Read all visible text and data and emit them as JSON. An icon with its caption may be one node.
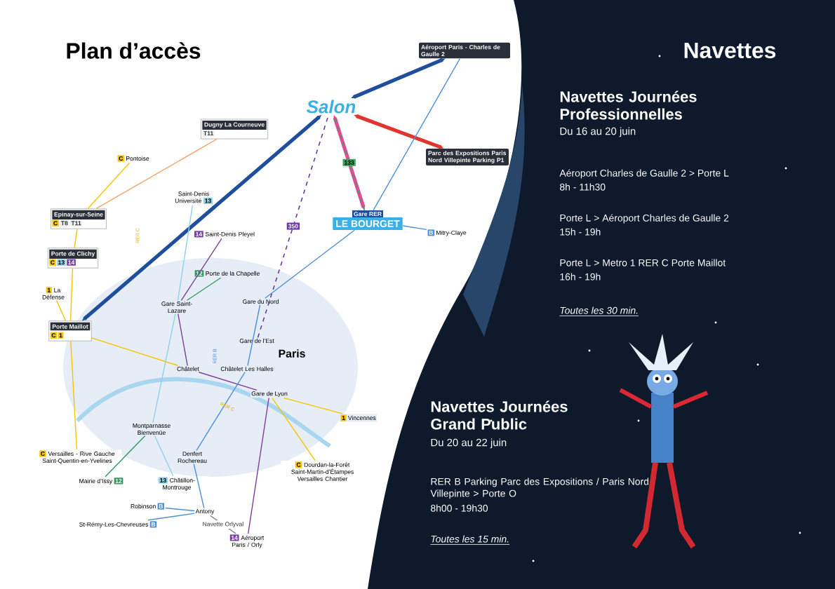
{
  "diagram": {
    "title": "Plan d’accès",
    "nodes": [
      {
        "text": [
          "Salon"
        ]
      },
      {
        "text": [
          "Aéroport Paris - Charles de Gaulle 2"
        ]
      },
      {
        "text": [
          "Parc des Expositions Paris Nord Villepinte Parking P1"
        ]
      },
      {
        "text": [
          "Gare RER",
          "LE BOURGET"
        ]
      },
      {
        "text": [
          "B",
          "Mitry-Claye"
        ]
      },
      {
        "text": [
          "Dugny La Courneuve",
          "T11"
        ]
      },
      {
        "text": [
          "Epinay-sur-Seine",
          "C",
          "T8",
          "T11"
        ]
      },
      {
        "text": [
          "Porte de Clichy",
          "C",
          "13",
          "14"
        ]
      },
      {
        "text": [
          "Porte Maillot",
          "C",
          "1"
        ]
      },
      {
        "text": [
          "C",
          "Pontoise"
        ]
      },
      {
        "text": [
          "Saint-Denis Université",
          "13"
        ]
      },
      {
        "text": [
          "14",
          "Saint-Denis Pleyel"
        ]
      },
      {
        "text": [
          "12",
          "Porte de la Chapelle"
        ]
      },
      {
        "text": [
          "Gare du Nord"
        ]
      },
      {
        "text": [
          "Gare de l’Est"
        ]
      },
      {
        "text": [
          "Gare Saint-Lazare"
        ]
      },
      {
        "text": [
          "1",
          "La Défense"
        ]
      },
      {
        "text": [
          "Châtelet"
        ]
      },
      {
        "text": [
          "Châtelet Les Halles"
        ]
      },
      {
        "text": [
          "Gare de Lyon"
        ]
      },
      {
        "text": [
          "1",
          "Vincennes"
        ]
      },
      {
        "text": [
          "Montparnasse Bienvenüe"
        ]
      },
      {
        "text": [
          "Denfert Rochereau"
        ]
      },
      {
        "text": [
          "C",
          "Versailles - Rive Gauche Saint-Quentin-en-Yvelines"
        ]
      },
      {
        "text": [
          "Mairie d’Issy",
          "12"
        ]
      },
      {
        "text": [
          "13",
          "Châtillon-Montrouge"
        ]
      },
      {
        "text": [
          "C",
          "Dourdan-la-Forêt Saint-Martin-d’Étampes Versailles Chantier"
        ]
      },
      {
        "text": [
          "Robinson",
          "B"
        ]
      },
      {
        "text": [
          "St-Rémy-Les-Chevreuses",
          "B"
        ]
      },
      {
        "text": [
          "Antony"
        ]
      },
      {
        "text": [
          "14",
          "Aéroport Paris / Orly"
        ]
      }
    ],
    "edges": [
      {
        "from": 8,
        "to": 0,
        "arrow": "both",
        "style": "thick",
        "color": "#1f4e9c"
      },
      {
        "from": 0,
        "to": 1,
        "arrow": "both",
        "style": "thick",
        "color": "#1f4e9c"
      },
      {
        "from": 0,
        "to": 2,
        "arrow": "both",
        "style": "thick",
        "color": "#e3342f"
      },
      {
        "from": 0,
        "to": 3,
        "arrow": "both",
        "style": "thick",
        "color": "#e24a9b"
      },
      {
        "from": 3,
        "to": 0,
        "arrow": "none",
        "style": "dashed",
        "color": "#3aa35c",
        "label": "133"
      },
      {
        "from": 14,
        "to": 0,
        "arrow": "none",
        "style": "dashed",
        "color": "#6b3aa0",
        "label": "350"
      },
      {
        "from": 6,
        "to": 5,
        "arrow": "none",
        "color": "#f4a46a"
      },
      {
        "from": 9,
        "to": 6,
        "arrow": "none",
        "color": "#f5c400"
      },
      {
        "from": 6,
        "to": 7,
        "arrow": "none",
        "color": "#f5c400"
      },
      {
        "from": 7,
        "to": 8,
        "arrow": "none",
        "color": "#f5c400"
      },
      {
        "from": 8,
        "to": 23,
        "arrow": "none",
        "color": "#f5c400"
      },
      {
        "from": 19,
        "to": 26,
        "arrow": "none",
        "color": "#f5c400"
      },
      {
        "from": 16,
        "to": 8,
        "arrow": "none",
        "color": "#f5c400"
      },
      {
        "from": 8,
        "to": 17,
        "arrow": "none",
        "color": "#f5c400"
      },
      {
        "from": 19,
        "to": 20,
        "arrow": "none",
        "color": "#f5c400"
      },
      {
        "from": 11,
        "to": 15,
        "arrow": "none",
        "color": "#7b3fa0"
      },
      {
        "from": 15,
        "to": 17,
        "arrow": "none",
        "color": "#7b3fa0"
      },
      {
        "from": 17,
        "to": 19,
        "arrow": "none",
        "color": "#7b3fa0"
      },
      {
        "from": 19,
        "to": 30,
        "arrow": "none",
        "color": "#7b3fa0"
      },
      {
        "from": 10,
        "to": 15,
        "arrow": "none",
        "color": "#8fd1e8"
      },
      {
        "from": 15,
        "to": 21,
        "arrow": "none",
        "color": "#8fd1e8"
      },
      {
        "from": 21,
        "to": 25,
        "arrow": "none",
        "color": "#8fd1e8"
      },
      {
        "from": 12,
        "to": 15,
        "arrow": "none",
        "color": "#2e9a5e"
      },
      {
        "from": 21,
        "to": 24,
        "arrow": "none",
        "color": "#2e9a5e"
      },
      {
        "from": 1,
        "to": 3,
        "arrow": "none",
        "color": "#4a90d9"
      },
      {
        "from": 3,
        "to": 4,
        "arrow": "none",
        "color": "#4a90d9"
      },
      {
        "from": 3,
        "to": 13,
        "arrow": "none",
        "color": "#4a90d9"
      },
      {
        "from": 13,
        "to": 18,
        "arrow": "none",
        "color": "#4a90d9"
      },
      {
        "from": 18,
        "to": 22,
        "arrow": "none",
        "color": "#4a90d9"
      },
      {
        "from": 22,
        "to": 29,
        "arrow": "none",
        "color": "#4a90d9"
      },
      {
        "from": 29,
        "to": 27,
        "arrow": "none",
        "color": "#4a90d9"
      },
      {
        "from": 29,
        "to": 28,
        "arrow": "none",
        "color": "#4a90d9"
      },
      {
        "from": 29,
        "to": 30,
        "arrow": "none",
        "color": "#888888",
        "label": "Navette Orlyval"
      }
    ],
    "labels": [
      "Navettes",
      "Paris",
      "RER C",
      "RER B",
      "RER C",
      "Navettes Journées Professionnelles",
      "Du 16 au 20 juin",
      "Aéroport Charles de Gaulle 2 > Porte L",
      "8h - 11h30",
      "Porte L > Aéroport Charles de Gaulle 2",
      "15h - 19h",
      "Porte L > Metro 1 RER C Porte Maillot",
      "16h - 19h",
      "Toutes les 30 min.",
      "Navettes Journées Grand Public",
      "Du 20 au 22 juin",
      "RER B Parking Parc des Expositions / Paris Nord Villepinte > Porte O",
      "8h00 - 19h30",
      "Toutes les 15 min."
    ]
  }
}
